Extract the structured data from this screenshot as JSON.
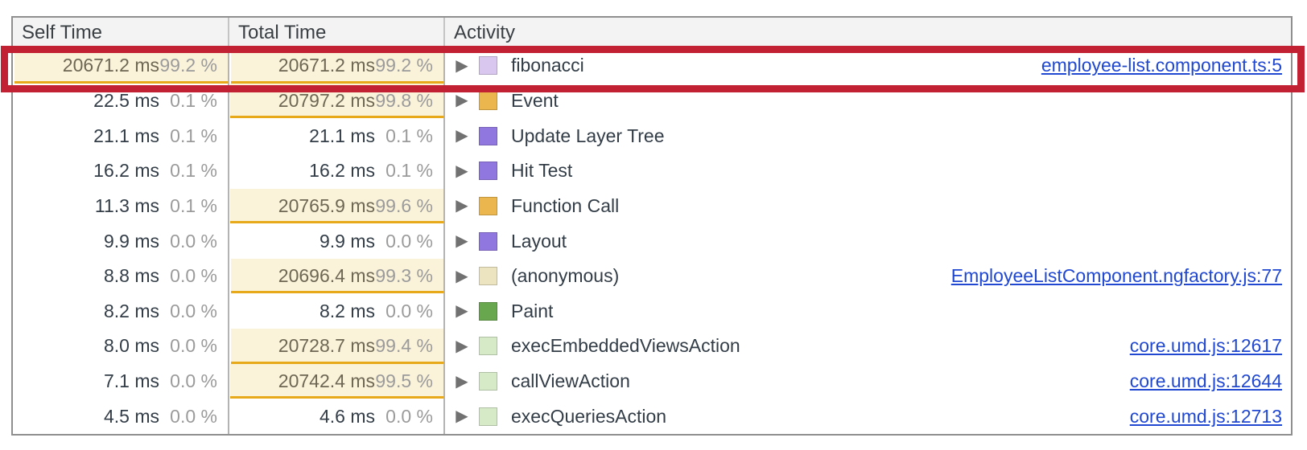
{
  "header": {
    "columns": [
      {
        "label": "Self Time"
      },
      {
        "label": "Total Time"
      },
      {
        "label": "Activity"
      }
    ]
  },
  "rows": [
    {
      "self_ms": "20671.2 ms",
      "self_pct": "99.2 %",
      "self_heat": 99.2,
      "total_ms": "20671.2 ms",
      "total_pct": "99.2 %",
      "total_heat": 99.2,
      "activity": "fibonacci",
      "swatch_color": "#d9c7f0",
      "link": "employee-list.component.ts:5",
      "highlighted": true
    },
    {
      "self_ms": "22.5 ms",
      "self_pct": "0.1 %",
      "total_ms": "20797.2 ms",
      "total_pct": "99.8 %",
      "total_heat": 99.8,
      "activity": "Event",
      "swatch_color": "#ebb64e"
    },
    {
      "self_ms": "21.1 ms",
      "self_pct": "0.1 %",
      "total_ms": "21.1 ms",
      "total_pct": "0.1 %",
      "activity": "Update Layer Tree",
      "swatch_color": "#9077e0"
    },
    {
      "self_ms": "16.2 ms",
      "self_pct": "0.1 %",
      "total_ms": "16.2 ms",
      "total_pct": "0.1 %",
      "activity": "Hit Test",
      "swatch_color": "#9077e0"
    },
    {
      "self_ms": "11.3 ms",
      "self_pct": "0.1 %",
      "total_ms": "20765.9 ms",
      "total_pct": "99.6 %",
      "total_heat": 99.6,
      "activity": "Function Call",
      "swatch_color": "#ebb64e"
    },
    {
      "self_ms": "9.9 ms",
      "self_pct": "0.0 %",
      "total_ms": "9.9 ms",
      "total_pct": "0.0 %",
      "activity": "Layout",
      "swatch_color": "#9077e0"
    },
    {
      "self_ms": "8.8 ms",
      "self_pct": "0.0 %",
      "total_ms": "20696.4 ms",
      "total_pct": "99.3 %",
      "total_heat": 99.3,
      "activity": "(anonymous)",
      "swatch_color": "#ece3c0",
      "link": "EmployeeListComponent.ngfactory.js:77"
    },
    {
      "self_ms": "8.2 ms",
      "self_pct": "0.0 %",
      "total_ms": "8.2 ms",
      "total_pct": "0.0 %",
      "activity": "Paint",
      "swatch_color": "#69a74e"
    },
    {
      "self_ms": "8.0 ms",
      "self_pct": "0.0 %",
      "total_ms": "20728.7 ms",
      "total_pct": "99.4 %",
      "total_heat": 99.4,
      "activity": "execEmbeddedViewsAction",
      "swatch_color": "#d6eac7",
      "link": "core.umd.js:12617"
    },
    {
      "self_ms": "7.1 ms",
      "self_pct": "0.0 %",
      "total_ms": "20742.4 ms",
      "total_pct": "99.5 %",
      "total_heat": 99.5,
      "activity": "callViewAction",
      "swatch_color": "#d6eac7",
      "link": "core.umd.js:12644"
    },
    {
      "self_ms": "4.5 ms",
      "self_pct": "0.0 %",
      "total_ms": "4.6 ms",
      "total_pct": "0.0 %",
      "activity": "execQueriesAction",
      "swatch_color": "#d6eac7",
      "link": "core.umd.js:12713"
    }
  ],
  "icons": {
    "expand_arrow": "▶"
  },
  "colors": {
    "annotation_red": "#c22134",
    "heat_background": "#faf2d9",
    "heat_border": "#e7a81a",
    "link_blue": "#2148d1",
    "percent_gray": "#9b9b9b"
  },
  "annotation": {
    "type": "highlight-box",
    "color": "#c22134",
    "target_row": "fibonacci"
  }
}
